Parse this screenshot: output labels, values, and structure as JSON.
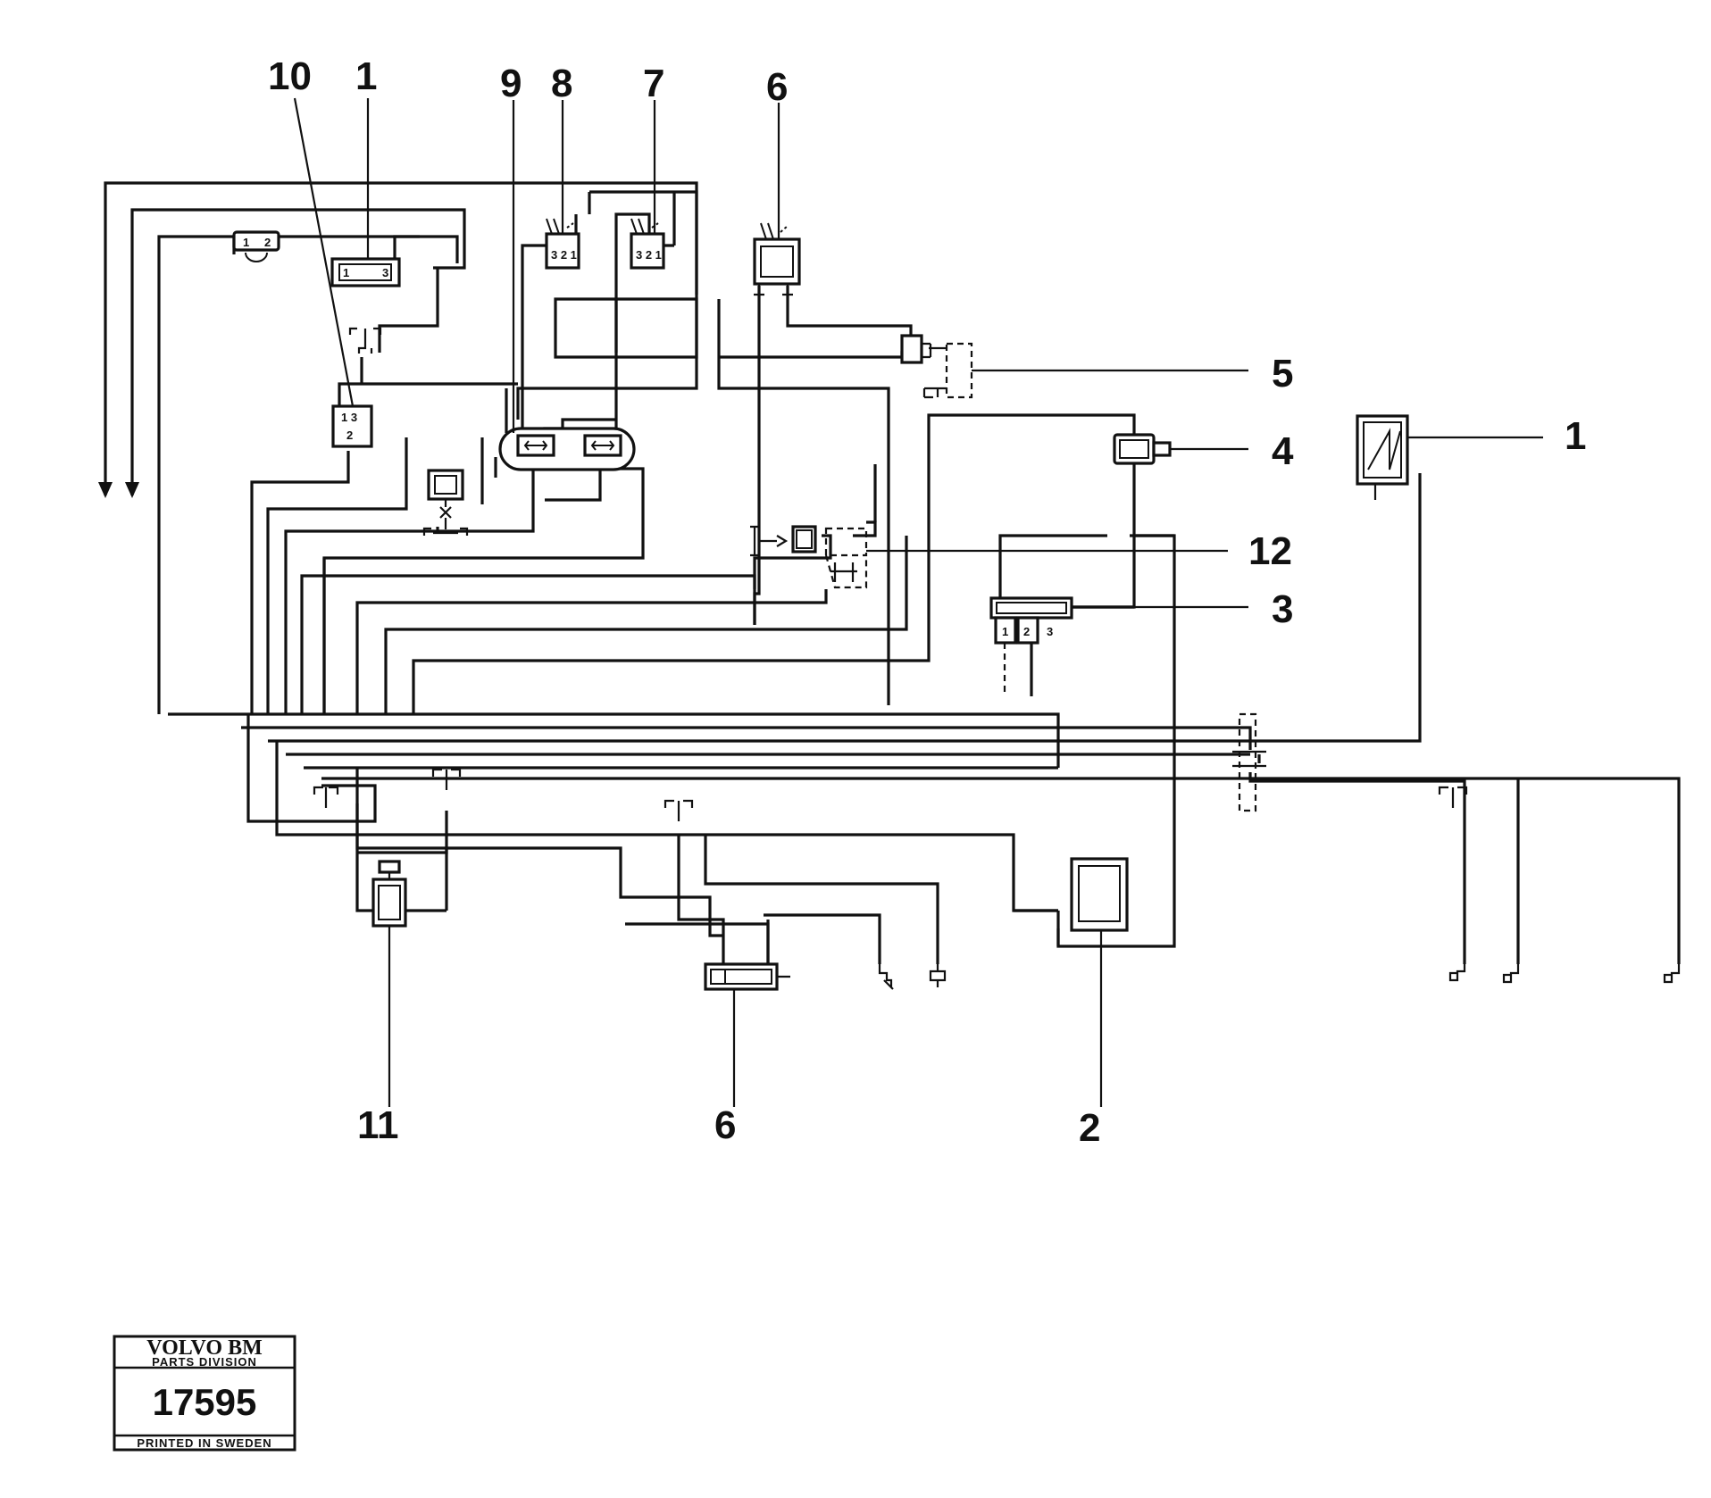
{
  "callouts": {
    "c10": "10",
    "c1_top": "1",
    "c9": "9",
    "c8": "8",
    "c7": "7",
    "c6_top": "6",
    "c5": "5",
    "c4": "4",
    "c1_right": "1",
    "c12": "12",
    "c3": "3",
    "c11": "11",
    "c6_bottom": "6",
    "c2": "2"
  },
  "pin_labels": {
    "switch_left_1": "1",
    "switch_left_2": "2",
    "switch_1_a": "1",
    "switch_1_b": "3",
    "valve_8": "3 2 1",
    "valve_7": "3 2 1",
    "valve_10_a": "1 3",
    "valve_10_b": "2",
    "valve_3_a": "1",
    "valve_3_b": "2",
    "valve_3_c": "3"
  },
  "stamp": {
    "brand": "VOLVO BM",
    "division": "PARTS DIVISION",
    "number": "17595",
    "printed": "PRINTED IN SWEDEN"
  }
}
